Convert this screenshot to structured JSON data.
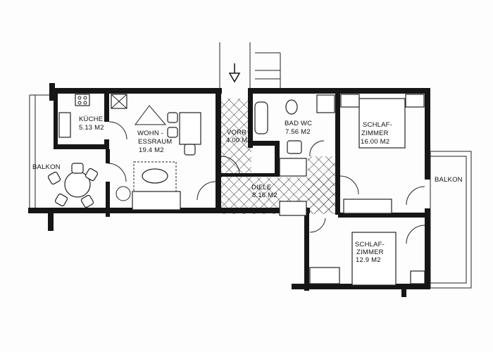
{
  "rooms": {
    "kitchen": {
      "name": "KÜCHE",
      "area": "5.13 M2"
    },
    "living": {
      "name_1": "WOHN -",
      "name_2": "ESSRAUM",
      "area": "19.4 M2"
    },
    "balcony_left": {
      "name": "BALKON"
    },
    "hall_entry": {
      "name": "VORR",
      "area": "4.00 M2"
    },
    "bath": {
      "name": "BAD WC",
      "area": "7.56 M2"
    },
    "hall": {
      "name": "DIELE",
      "area": "8.16 M2"
    },
    "bedroom_1": {
      "name_1": "SCHLAF-",
      "name_2": "ZIMMER",
      "area": "16.00 M2"
    },
    "balcony_right": {
      "name": "BALKON"
    },
    "bedroom_2": {
      "name_1": "SCHLAF-",
      "name_2": "ZIMMER",
      "area": "12.9 M2"
    }
  },
  "colors": {
    "wall": "#161616",
    "background": "#fdfdfd"
  }
}
